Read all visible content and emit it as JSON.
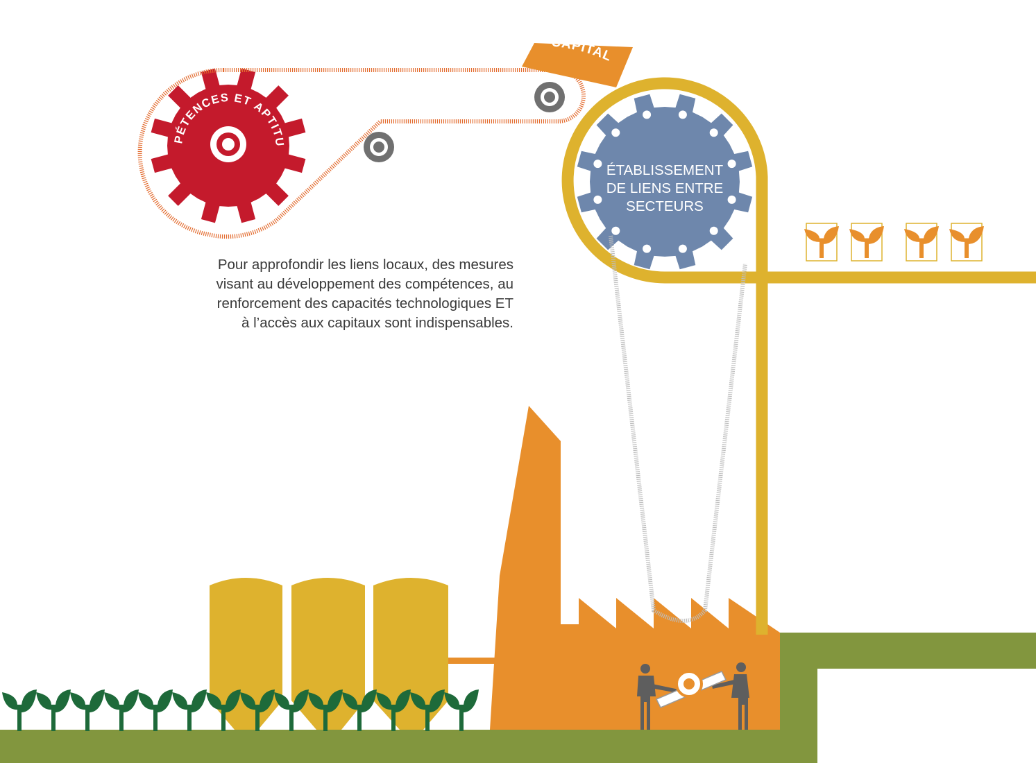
{
  "labels": {
    "red_gear": "COMPÉTENCES ET APTITUDES",
    "capital": "CAPITAL",
    "blue_gear_line1": "ÉTABLISSEMENT",
    "blue_gear_line2": "DE LIENS ENTRE",
    "blue_gear_line3": "SECTEURS"
  },
  "caption": {
    "line1": "Pour approfondir les liens locaux, des mesures",
    "line2": "visant au développement des compétences, au",
    "line3": "renforcement des capacités technologiques ET",
    "line4": "à l’accès aux capitaux sont indispensables."
  },
  "colors": {
    "red_gear": "#c41a2c",
    "blue_gear": "#6e87ac",
    "yellow": "#deb22e",
    "orange": "#e88f2c",
    "green_ground": "#82963e",
    "dark_green": "#1e6a3a",
    "belt_orange": "#e36b2e",
    "belt_grey": "#b8b8b8",
    "pulley_grey": "#707070",
    "people": "#5e5e5e"
  },
  "icons": [
    "gear-icon",
    "pulley-icon",
    "plant-icon",
    "factory-icon",
    "silo-icon",
    "person-icon"
  ]
}
